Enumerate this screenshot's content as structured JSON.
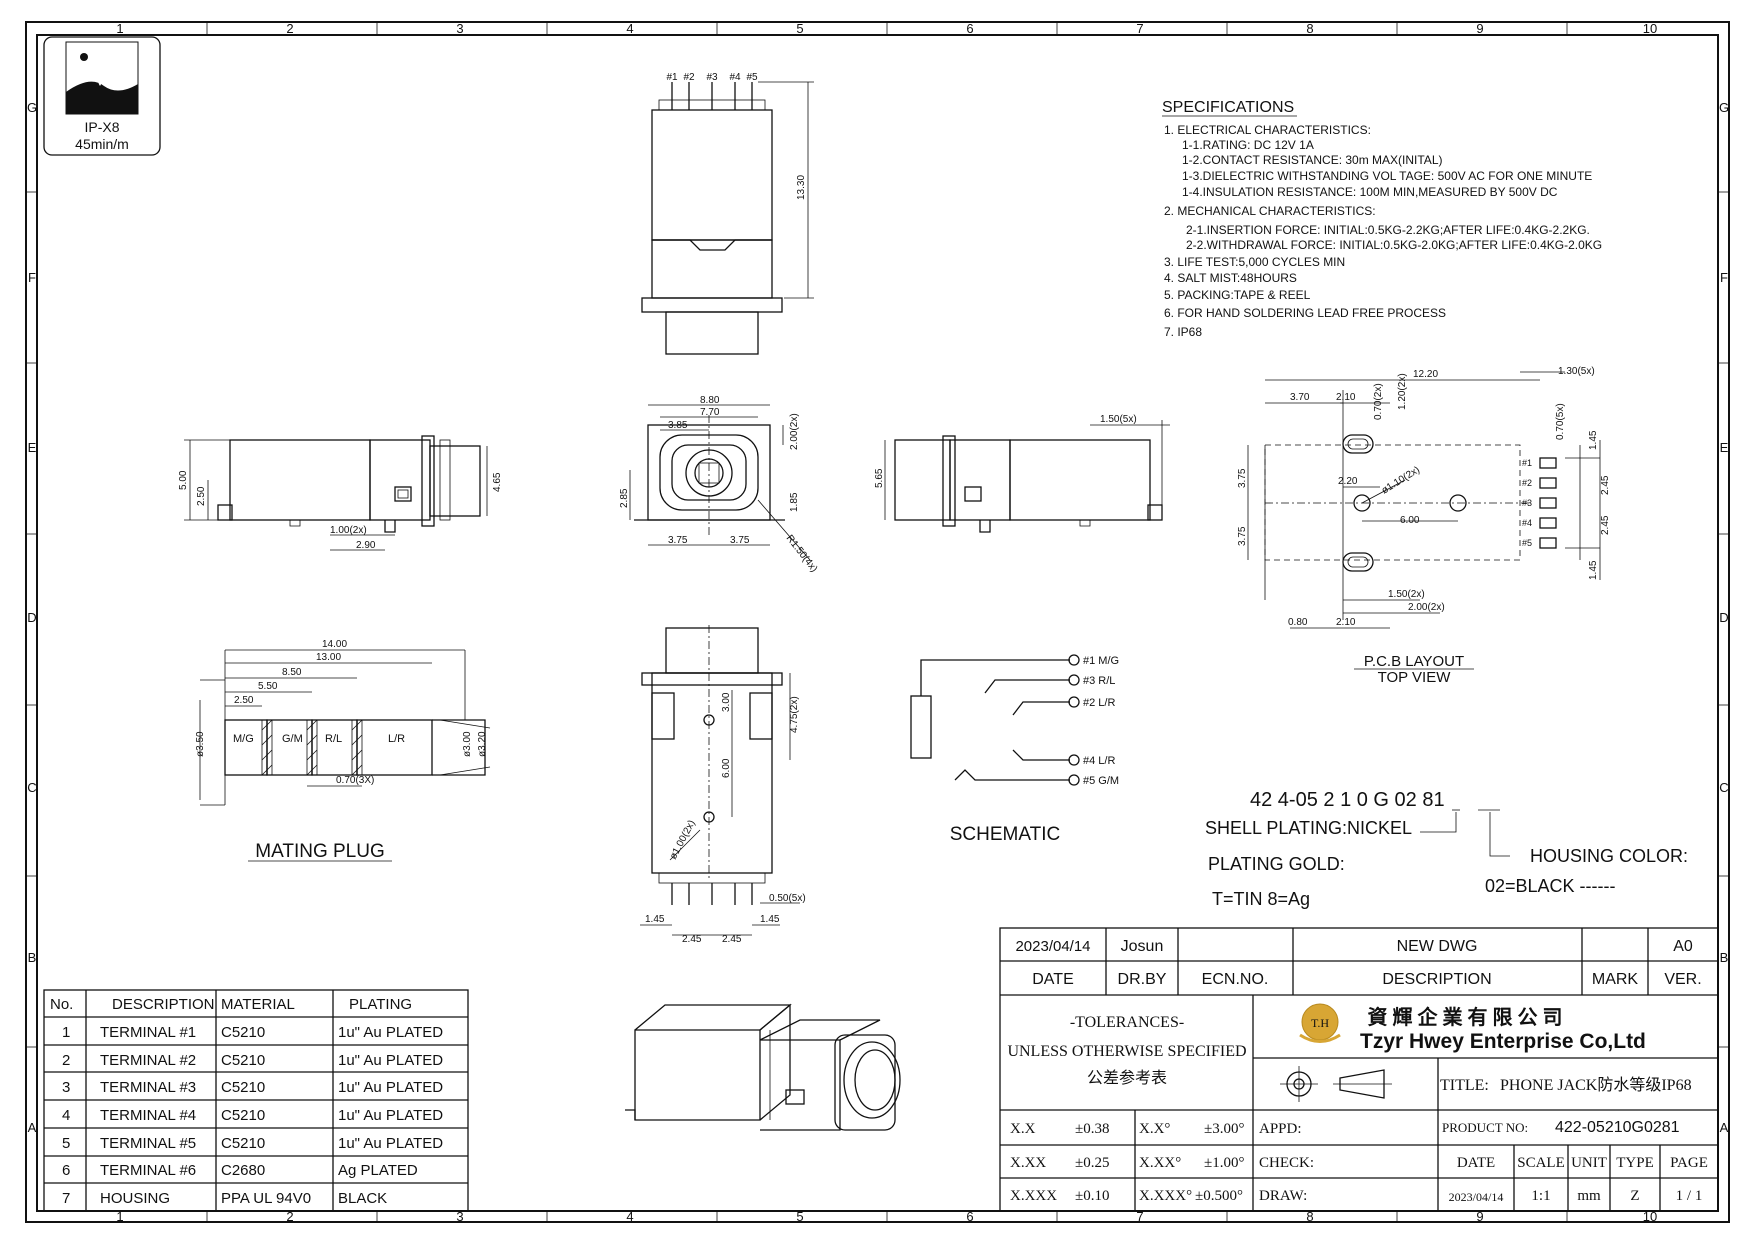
{
  "frame": {
    "cols": [
      "1",
      "2",
      "3",
      "4",
      "5",
      "6",
      "7",
      "8",
      "9",
      "10"
    ],
    "rows": [
      "G",
      "F",
      "E",
      "D",
      "C",
      "B",
      "A"
    ]
  },
  "ip_badge": {
    "rating": "IP-X8",
    "duration": "45min/m"
  },
  "specs": {
    "title": "SPECIFICATIONS",
    "lines": [
      "1. ELECTRICAL CHARACTERISTICS:",
      "1-1.RATING: DC 12V 1A",
      "1-2.CONTACT RESISTANCE: 30m   MAX(INITAL)",
      "1-3.DIELECTRIC WITHSTANDING VOL TAGE: 500V AC FOR ONE MINUTE",
      "1-4.INSULATION RESISTANCE: 100M    MIN,MEASURED BY 500V DC",
      "2. MECHANICAL CHARACTERISTICS:",
      "2-1.INSERTION FORCE: INITIAL:0.5KG-2.2KG;AFTER LIFE:0.4KG-2.2KG.",
      "2-2.WITHDRAWAL FORCE: INITIAL:0.5KG-2.0KG;AFTER LIFE:0.4KG-2.0KG",
      "3. LIFE TEST:5,000 CYCLES MIN",
      "4. SALT MIST:48HOURS",
      "5. PACKING:TAPE & REEL",
      "6. FOR HAND SOLDERING LEAD FREE PROCESS",
      "7. IP68"
    ]
  },
  "dims": {
    "top_pins": [
      "#1",
      "#2",
      "#3",
      "#4",
      "#5"
    ],
    "top_height": "13.30",
    "side_left": [
      "5.00",
      "2.50",
      "4.65",
      "1.00(2x)",
      "2.90"
    ],
    "front": [
      "8.80",
      "7.70",
      "3.85",
      "2.00(2x)",
      "2.85",
      "1.85",
      "3.75",
      "3.75",
      "R1.50(4x)"
    ],
    "side_right": [
      "1.50(5x)",
      "5.65"
    ],
    "pcb_top": [
      "12.20",
      "1.30(5x)",
      "3.70",
      "2.10",
      "0.70(2x)",
      "1.20(2x)",
      "0.70(5x)",
      "1.45",
      "2.45",
      "2.45",
      "1.45",
      "2.20",
      "ø1.10(2x)",
      "6.00",
      "3.75",
      "3.75",
      "1.50(2x)",
      "2.00(2x)",
      "0.80",
      "2.10"
    ],
    "pcb_pins": [
      "#1",
      "#2",
      "#3",
      "#4",
      "#5"
    ],
    "bottom": [
      "3.00",
      "6.00",
      "4.75(2x)",
      "ø1.00(2x)",
      "0.50(5x)",
      "1.45",
      "2.45",
      "2.45",
      "1.45"
    ],
    "plug": [
      "14.00",
      "13.00",
      "8.50",
      "5.50",
      "2.50",
      "ø3.50",
      "ø3.00",
      "ø3.20",
      "0.70(3X)"
    ],
    "plug_segments": [
      "M/G",
      "G/M",
      "R/L",
      "L/R"
    ]
  },
  "labels": {
    "pcb_title": "P.C.B LAYOUT",
    "pcb_sub": "TOP  VIEW",
    "mating_plug": "MATING PLUG",
    "schematic": "SCHEMATIC"
  },
  "schematic_pins": [
    "#1 M/G",
    "#3 R/L",
    "#2 L/R",
    "#4 L/R",
    "#5 G/M"
  ],
  "part_code": {
    "code": "42  4-05  2  1  0  G  02  81",
    "shell": "SHELL PLATING:NICKEL",
    "plating": "PLATING GOLD:",
    "plating_opts": "T=TIN    8=Ag",
    "housing_color": "HOUSING COLOR:",
    "housing_opt": "02=BLACK  ------"
  },
  "bom": {
    "headers": [
      "No.",
      "DESCRIPTION",
      "MATERIAL",
      "PLATING"
    ],
    "rows": [
      [
        "1",
        "TERMINAL  #1",
        "C5210",
        "1u\"   Au PLATED"
      ],
      [
        "2",
        "TERMINAL  #2",
        "C5210",
        "1u\"   Au PLATED"
      ],
      [
        "3",
        "TERMINAL  #3",
        "C5210",
        "1u\"   Au PLATED"
      ],
      [
        "4",
        "TERMINAL  #4",
        "C5210",
        "1u\"   Au PLATED"
      ],
      [
        "5",
        "TERMINAL  #5",
        "C5210",
        "1u\"   Au PLATED"
      ],
      [
        "6",
        "TERMINAL  #6",
        "C2680",
        "Ag PLATED"
      ],
      [
        "7",
        "HOUSING",
        "PPA UL 94V0",
        "BLACK"
      ]
    ]
  },
  "title_block": {
    "rev_date": "2023/04/14",
    "rev_by": "Josun",
    "rev_desc": "NEW DWG",
    "rev_ver": "A0",
    "h_date": "DATE",
    "h_drby": "DR.BY",
    "h_ecn": "ECN.NO.",
    "h_desc": "DESCRIPTION",
    "h_mark": "MARK",
    "h_ver": "VER.",
    "tol1": "-TOLERANCES-",
    "tol2": "UNLESS OTHERWISE SPECIFIED",
    "tol3": "公差参考表",
    "company_cn": "資 輝 企 業 有 限 公 司",
    "company_en": "Tzyr Hwey Enterprise Co,Ltd",
    "logo": "T.H",
    "title_label": "TITLE:",
    "title_value": "PHONE JACK防水等级IP68",
    "tolerances": [
      [
        "X.X",
        "±0.38",
        "X.X°",
        "±3.00°"
      ],
      [
        "X.XX",
        "±0.25",
        "X.XX°",
        "±1.00°"
      ],
      [
        "X.XXX",
        "±0.10",
        "X.XXX°",
        "±0.500°"
      ]
    ],
    "appd": "APPD:",
    "check": "CHECK:",
    "draw": "DRAW:",
    "product_label": "PRODUCT NO:",
    "product_no": "422-05210G0281",
    "h2_date": "DATE",
    "h2_scale": "SCALE",
    "h2_unit": "UNIT",
    "h2_type": "TYPE",
    "h2_page": "PAGE",
    "date": "2023/04/14",
    "scale": "1:1",
    "unit": "mm",
    "type": "Z",
    "page": "1 / 1"
  }
}
